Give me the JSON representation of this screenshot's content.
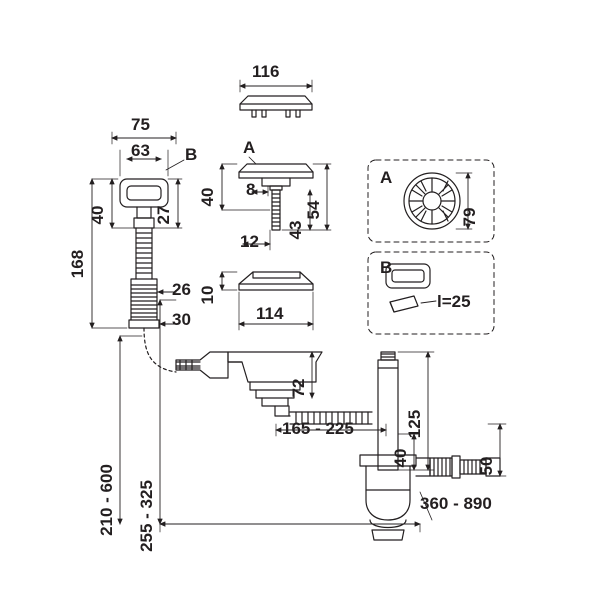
{
  "diagram": {
    "title": "Kitchen sink waste / siphon assembly technical drawing",
    "line_color": "#231f20",
    "fill_color": "#ffffff",
    "dim_labels": {
      "top_width_116": "116",
      "flange_75": "75",
      "flange_63": "63",
      "b_callout": "B",
      "a_callout": "A",
      "height_168": "168",
      "height_40_left": "40",
      "height_27": "27",
      "height_40_mid": "40",
      "depth_8": "8",
      "depth_12": "12",
      "height_54": "54",
      "height_43": "43",
      "height_10": "10",
      "d_26": "26",
      "d_30": "30",
      "strainer_114": "114",
      "grid_a_label": "A",
      "grid_a_dim": "79",
      "grid_b_label": "B",
      "grid_b_dim": "l=25",
      "bowl_72": "72",
      "range_210_600": "210 - 600",
      "range_255_325": "255 - 325",
      "range_165_225": "165 - 225",
      "height_125": "125",
      "height_40_right": "40",
      "height_50": "50",
      "range_360_890": "360 - 890"
    }
  }
}
